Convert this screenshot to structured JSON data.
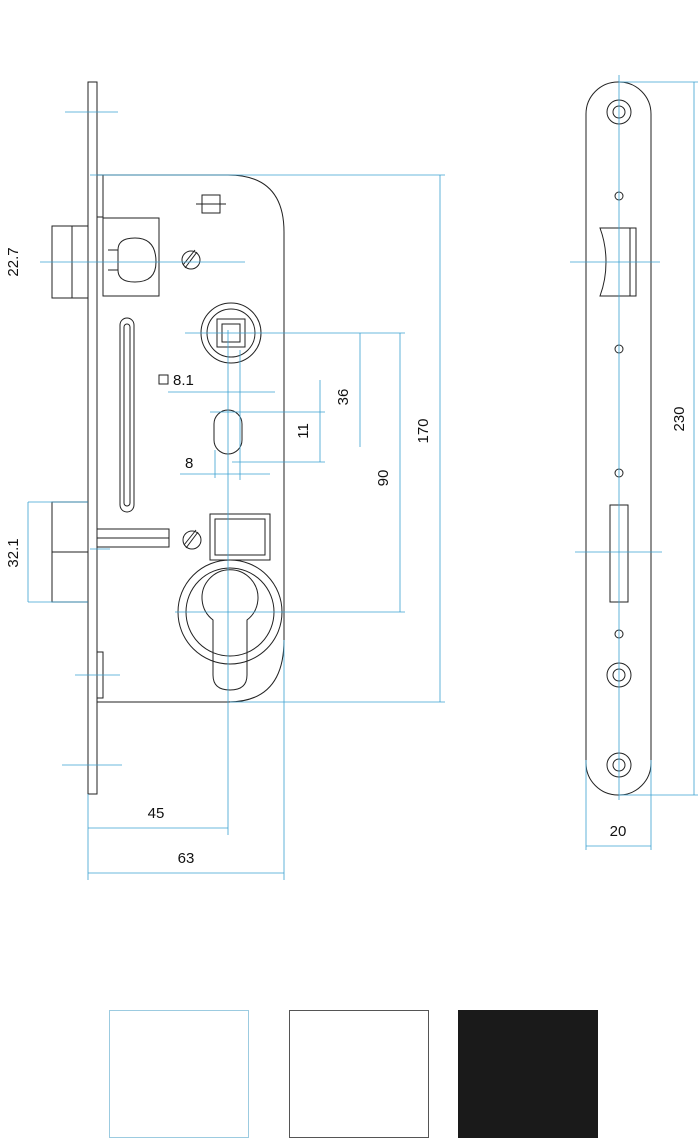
{
  "colors": {
    "outline": "#222222",
    "dimension": "#3aa0d0",
    "swatch_white_border": "#9ccbe0",
    "swatch_grey_border": "#555555",
    "swatch_black": "#1a1a1a"
  },
  "dimensions": {
    "d_22_7": "22.7",
    "d_32_1": "32.1",
    "d_8_1": "8.1",
    "d_8": "8",
    "d_11": "11",
    "d_36": "36",
    "d_90": "90",
    "d_170": "170",
    "d_45": "45",
    "d_63": "63",
    "d_230": "230",
    "d_20": "20"
  },
  "swatches": [
    {
      "name": "white",
      "fill": "#ffffff"
    },
    {
      "name": "grey-outline",
      "fill": "#ffffff"
    },
    {
      "name": "black",
      "fill": "#1a1a1a"
    }
  ]
}
